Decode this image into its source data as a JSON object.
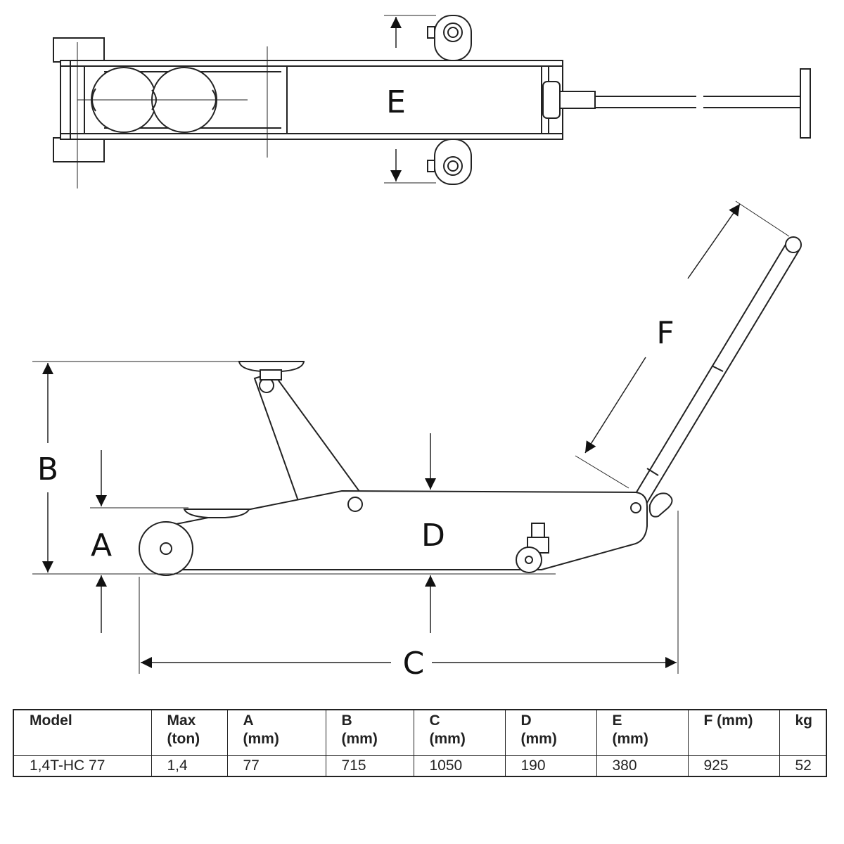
{
  "dimension_labels": {
    "A": "A",
    "B": "B",
    "C": "C",
    "D": "D",
    "E": "E",
    "F": "F"
  },
  "spec_table": {
    "headers": [
      {
        "name": "Model",
        "unit": ""
      },
      {
        "name": "Max",
        "unit": "(ton)"
      },
      {
        "name": "A",
        "unit": "(mm)"
      },
      {
        "name": "B",
        "unit": "(mm)"
      },
      {
        "name": "C",
        "unit": "(mm)"
      },
      {
        "name": "D",
        "unit": "(mm)"
      },
      {
        "name": "E",
        "unit": "(mm)"
      },
      {
        "name": "F (mm)",
        "unit": ""
      },
      {
        "name": "kg",
        "unit": ""
      }
    ],
    "row": [
      "1,4T-HC 77",
      "1,4",
      "77",
      "715",
      "1050",
      "190",
      "380",
      "925",
      "52"
    ]
  }
}
